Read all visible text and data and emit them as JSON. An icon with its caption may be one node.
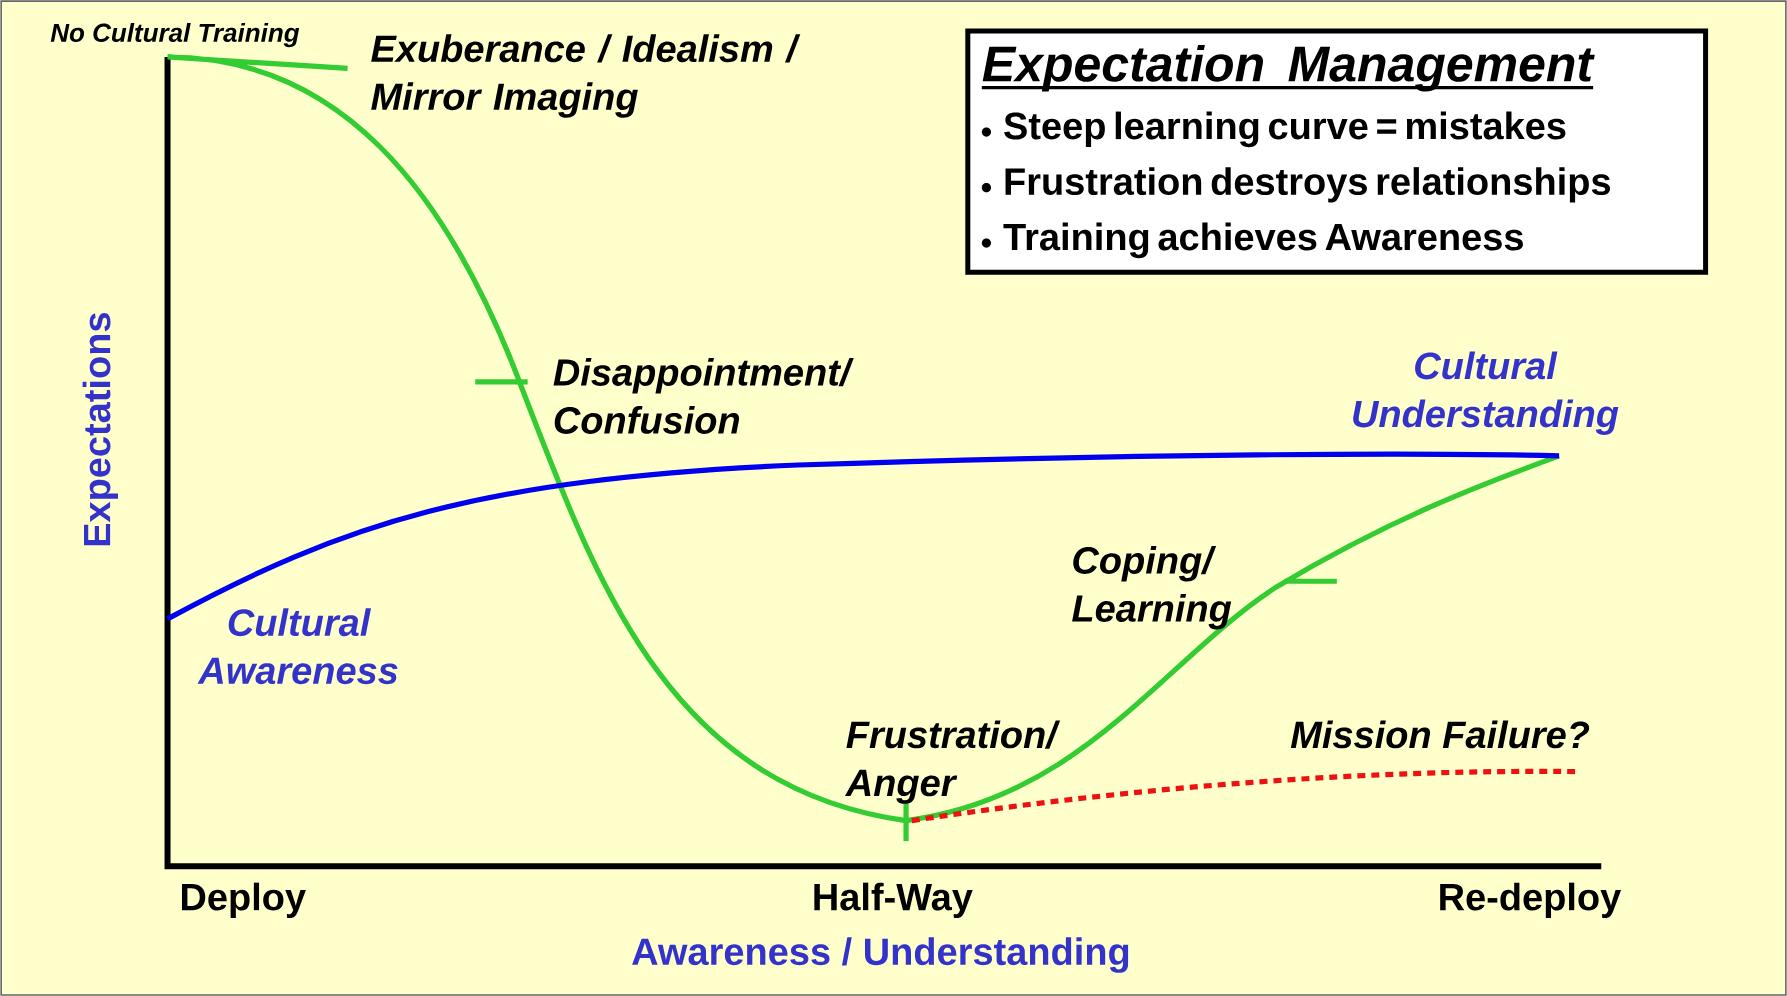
{
  "diagram": {
    "nodes": [
      {
        "text": [
          "Expectation Management",
          "Steep learning curve = mistakes",
          "Frustration destroys relationships",
          "Training achieves Awareness"
        ]
      }
    ],
    "labels": [
      "No Cultural Training",
      "Exuberance / Idealism / Mirror Imaging",
      "Disappointment/ Confusion",
      "Cultural Understanding",
      "Expectations",
      "Coping/ Learning",
      "Cultural Awareness",
      "Frustration/ Anger",
      "Mission Failure?",
      "Deploy",
      "Half-Way",
      "Re-deploy",
      "Awareness / Understanding"
    ]
  }
}
